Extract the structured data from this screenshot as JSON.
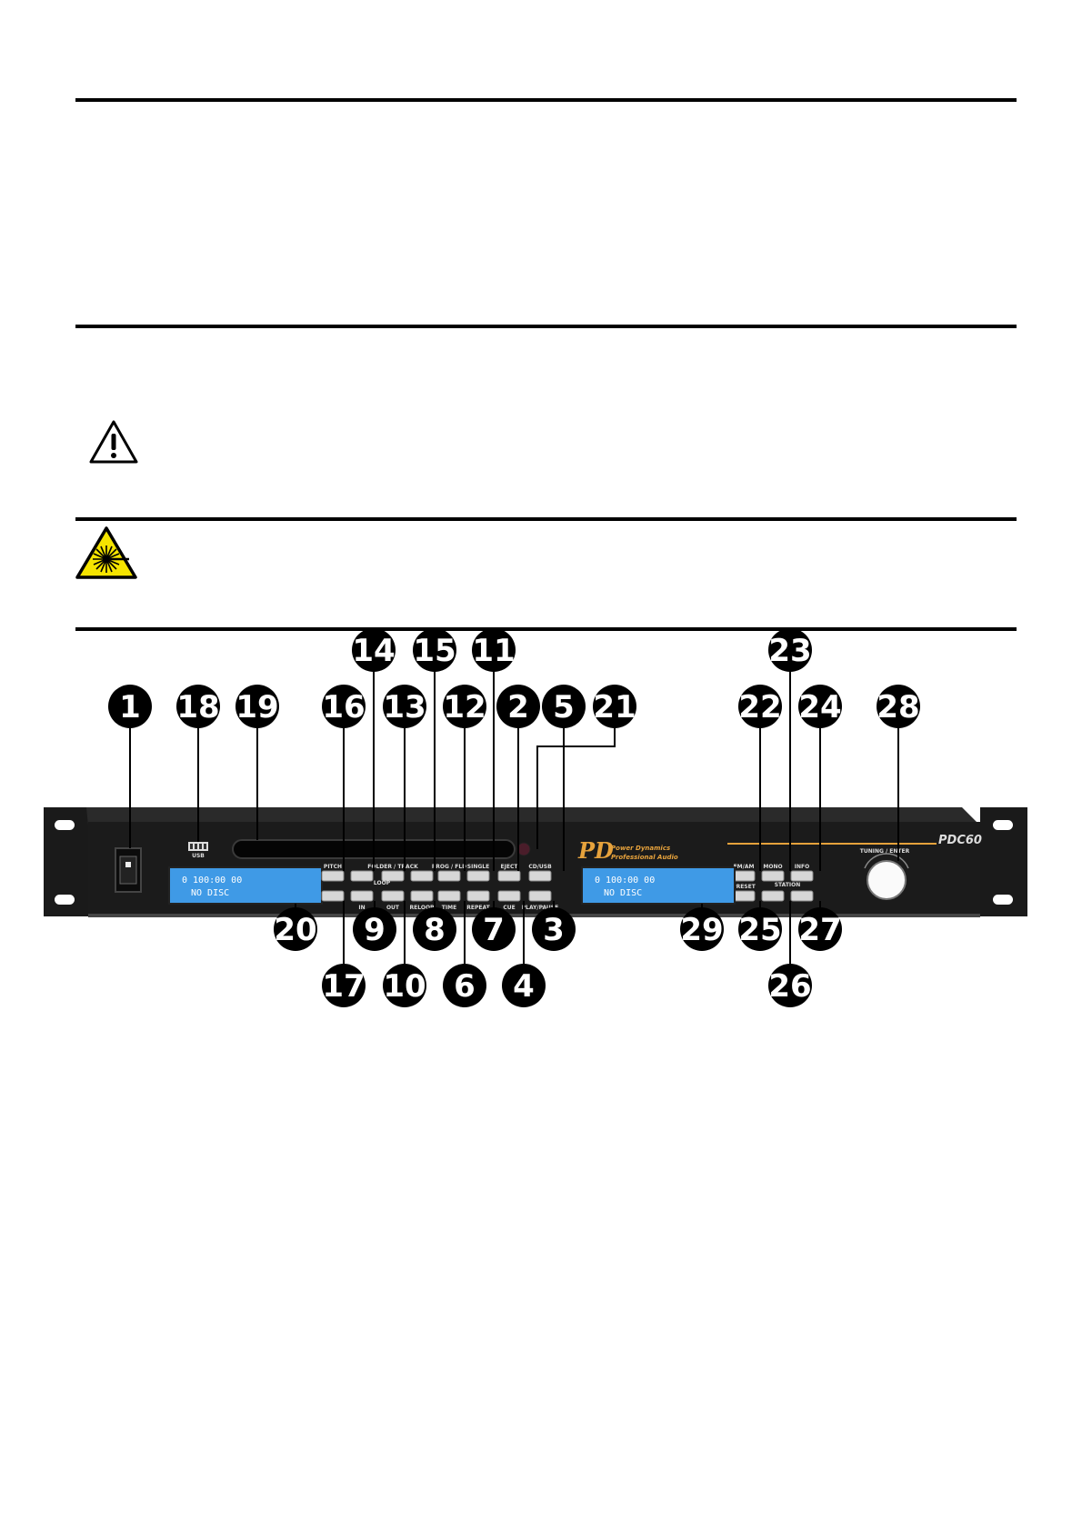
{
  "device": {
    "brand_name": "Power Dynamics",
    "brand_sub": "Professional Audio",
    "model": "PDC60",
    "knob_label": "TUNING / ENTER",
    "usb_label": "USB",
    "lcd_left": {
      "line1": "0 100:00 00",
      "line2": "NO DISC"
    },
    "lcd_right": {
      "line1": "0 100:00 00",
      "line2": "NO DISC"
    },
    "button_labels": {
      "pitch": "PITCH",
      "folder_track": "FOLDER / TRACK",
      "prog": "PROG / FLD",
      "single": "SINGLE",
      "eject": "EJECT",
      "cd_usb": "CD/USB",
      "time": "TIME",
      "repeat": "REPEAT",
      "cue": "CUE",
      "play_pause": "PLAY/PAUSE",
      "loop": "LOOP",
      "in": "IN",
      "out": "OUT",
      "reloop": "RELOOP",
      "fm_am": "FM/AM",
      "mono": "MONO",
      "info": "INFO",
      "preset": "PRESET",
      "station": "STATION"
    }
  },
  "callouts": [
    "1",
    "2",
    "3",
    "4",
    "5",
    "6",
    "7",
    "8",
    "9",
    "10",
    "11",
    "12",
    "13",
    "14",
    "15",
    "16",
    "17",
    "18",
    "19",
    "20",
    "21",
    "22",
    "23",
    "24",
    "25",
    "26",
    "27",
    "28",
    "29"
  ]
}
